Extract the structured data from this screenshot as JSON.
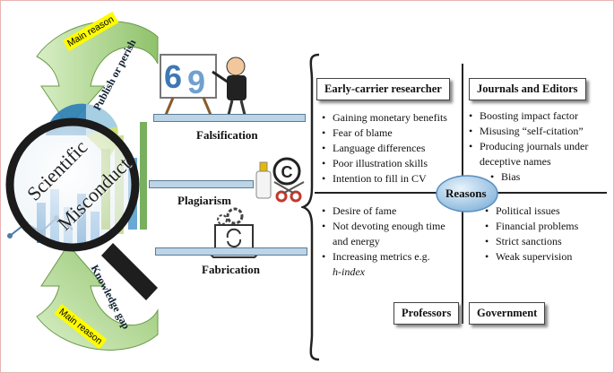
{
  "left": {
    "top_arrow": {
      "highlight": "Main reason",
      "text": "Publish or perish"
    },
    "bottom_arrow": {
      "highlight": "Main reason",
      "text": "Knowledge gap"
    },
    "magnifier_text": {
      "line1": "Scientific",
      "line2": "Misconduct"
    },
    "types": {
      "falsification": "Falsification",
      "plagiarism": "Plagiarism",
      "fabrication": "Fabrication"
    }
  },
  "right": {
    "center": "Reasons",
    "early_career": {
      "title": "Early-carrier researcher",
      "items": [
        "Gaining monetary benefits",
        "Fear of blame",
        "Language differences",
        "Poor illustration skills",
        "Intention to fill in CV"
      ]
    },
    "journals": {
      "title": "Journals and Editors",
      "items": [
        "Boosting impact factor",
        "Misusing “self-citation”",
        "Producing journals under",
        "deceptive names",
        "Bias"
      ]
    },
    "professors": {
      "title": "Professors",
      "items": [
        "Desire of fame",
        "Not devoting enough time",
        "and energy",
        "Increasing metrics e.g.",
        "h-index"
      ]
    },
    "government": {
      "title": "Government",
      "items": [
        "Political issues",
        "Financial problems",
        "Strict sanctions",
        "Weak supervision"
      ]
    }
  },
  "colors": {
    "arrow_green": "#8fc26a",
    "highlight": "#fffb00",
    "reasons_blue": "#9cc3e3",
    "bar_blue": "#bcd4e6"
  }
}
